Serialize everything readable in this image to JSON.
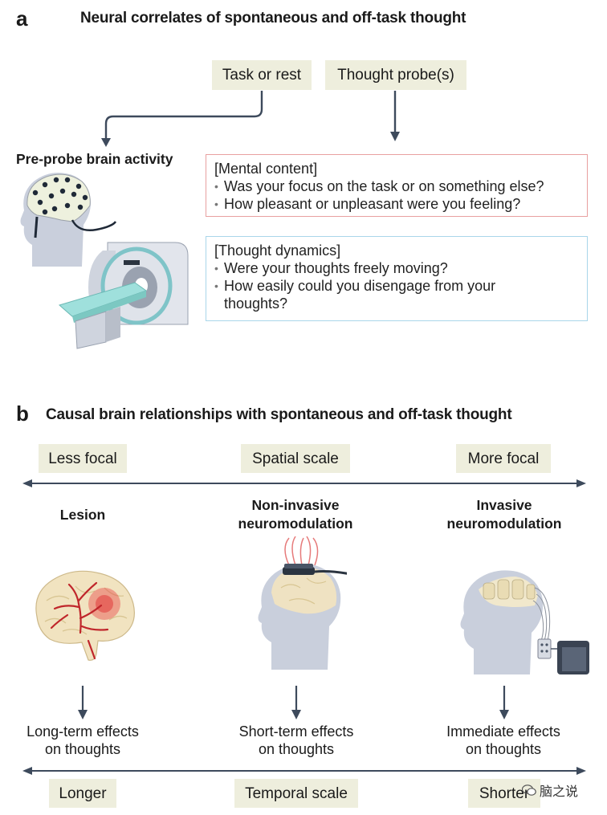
{
  "panel_a": {
    "letter": "a",
    "title": "Neural correlates of spontaneous and off-task thought",
    "tag_task": "Task or rest",
    "tag_probe": "Thought probe(s)",
    "pre_probe_label": "Pre-probe brain activity",
    "mental_content": {
      "header": "[Mental content]",
      "items": [
        "Was your focus on the task or on something else?",
        "How pleasant or unpleasant were you feeling?"
      ]
    },
    "thought_dynamics": {
      "header": "[Thought dynamics]",
      "items": [
        "Were your thoughts freely moving?",
        "How easily could you disengage from your thoughts?"
      ]
    }
  },
  "panel_b": {
    "letter": "b",
    "title": "Causal brain relationships with spontaneous and off-task thought",
    "spatial": {
      "left": "Less focal",
      "center": "Spatial scale",
      "right": "More focal"
    },
    "methods": {
      "lesion": "Lesion",
      "noninvasive_line1": "Non-invasive",
      "noninvasive_line2": "neuromodulation",
      "invasive_line1": "Invasive",
      "invasive_line2": "neuromodulation"
    },
    "effects": {
      "long_line1": "Long-term effects",
      "long_line2": "on thoughts",
      "short_line1": "Short-term effects",
      "short_line2": "on thoughts",
      "immediate_line1": "Immediate effects",
      "immediate_line2": "on thoughts"
    },
    "temporal": {
      "left": "Longer",
      "center": "Temporal scale",
      "right": "Shorter"
    }
  },
  "watermark": "脑之说",
  "colors": {
    "tag_bg": "#eeeedd",
    "mental_border": "#e8a0a0",
    "dynamics_border": "#a9d6ea",
    "arrow": "#3d4a5c",
    "head": "#c9cfdc",
    "brain": "#f1e3c0",
    "lesion": "#e03a3a"
  }
}
